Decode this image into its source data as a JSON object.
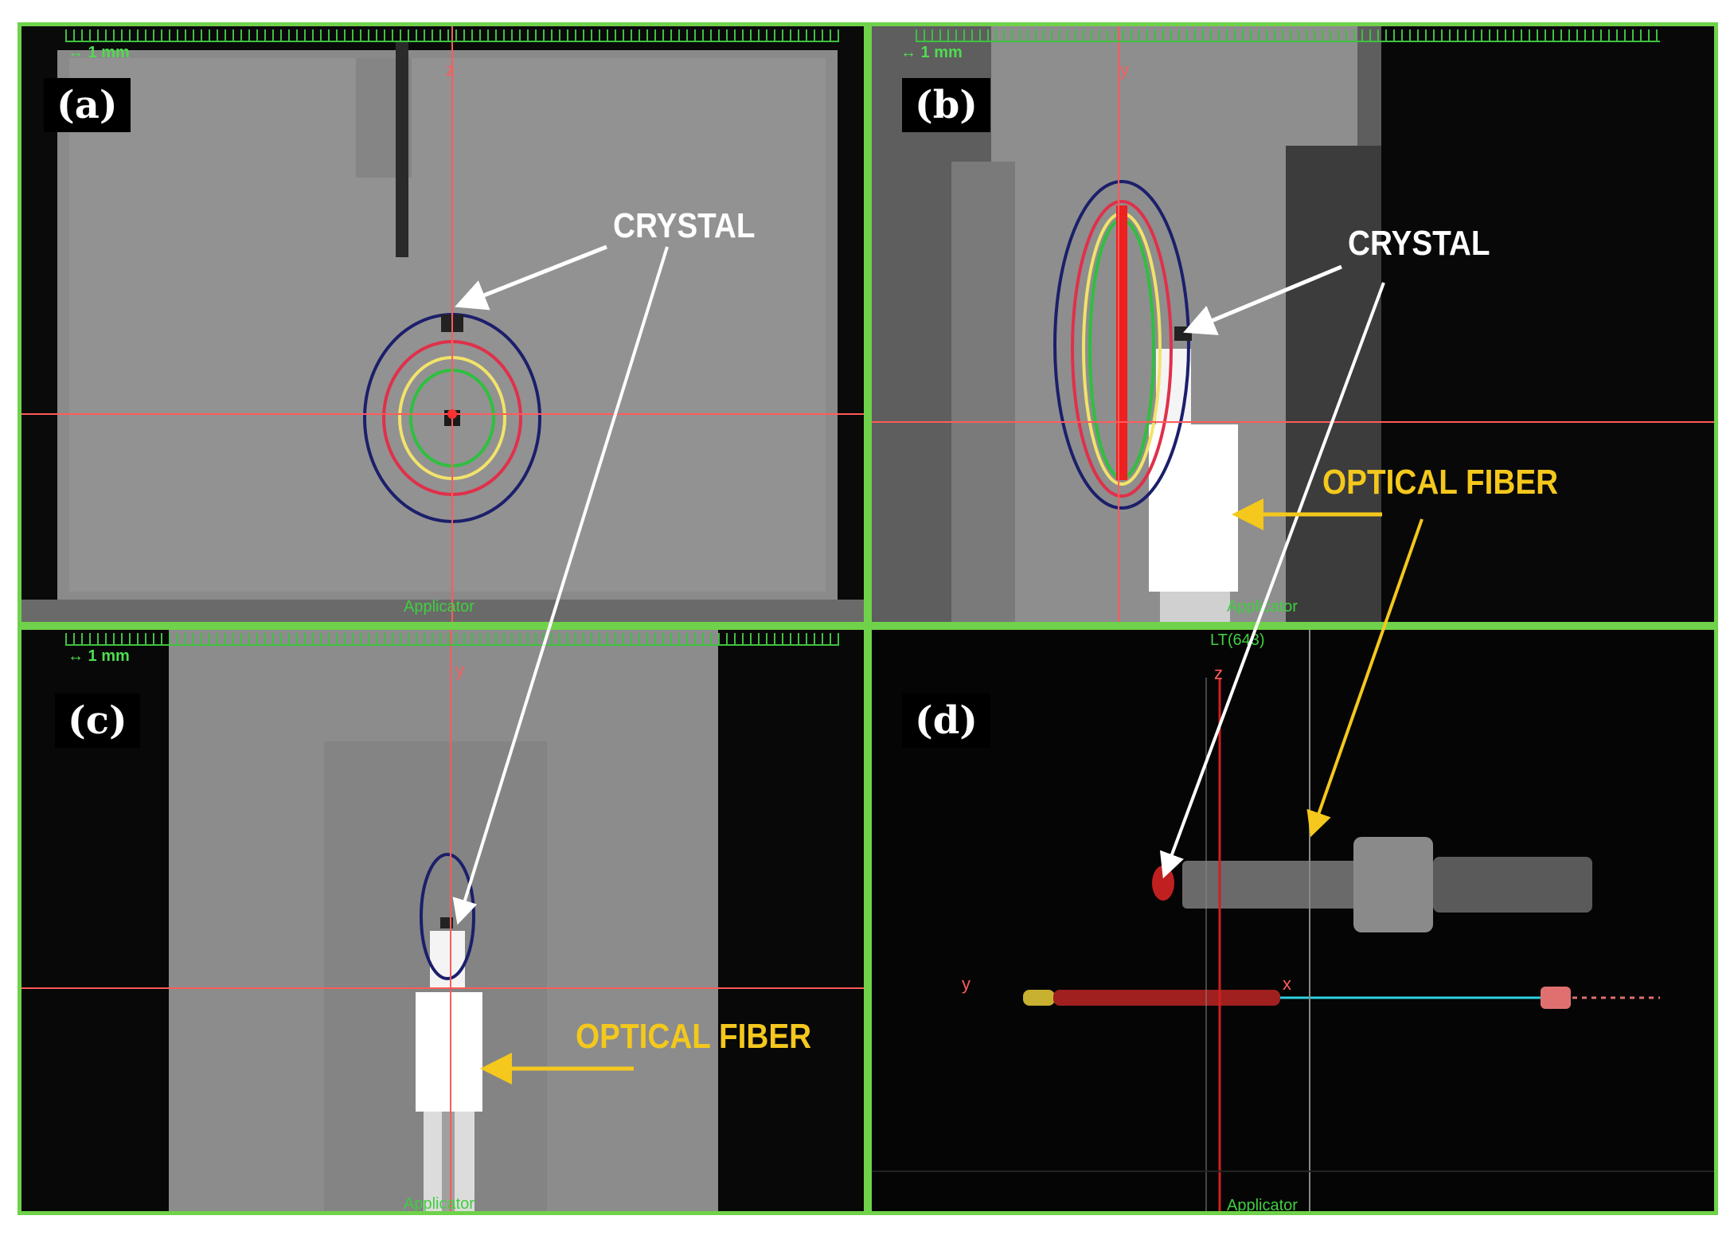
{
  "panels": {
    "a": {
      "letter": "(a)",
      "scale": "↔ 1 mm",
      "axis_vertical": "z",
      "footer": "Applicator"
    },
    "b": {
      "letter": "(b)",
      "scale": "↔ 1 mm",
      "axis_vertical": "y",
      "footer": "Applicator"
    },
    "c": {
      "letter": "(c)",
      "scale": "↔ 1 mm",
      "axis_vertical": "y",
      "footer": "Applicator"
    },
    "d": {
      "letter": "(d)",
      "axis_vertical": "z",
      "axis_horizontal": "y",
      "axis_x": "x",
      "header": "LT(643)",
      "footer": "Applicator"
    }
  },
  "annotations": {
    "crystal_a": "CRYSTAL",
    "crystal_b": "CRYSTAL",
    "optical_fiber_b": "OPTICAL FIBER",
    "optical_fiber_c": "OPTICAL FIBER"
  },
  "colors": {
    "panel_border": "#6fd24a",
    "crosshair": "#ff5b5b",
    "isodose_outer": "#1b1f6b",
    "isodose_red": "#e0304a",
    "isodose_yellow": "#f2e36a",
    "isodose_green": "#2fbf3f",
    "arrow_white": "#ffffff",
    "arrow_yellow": "#f4c81c"
  }
}
